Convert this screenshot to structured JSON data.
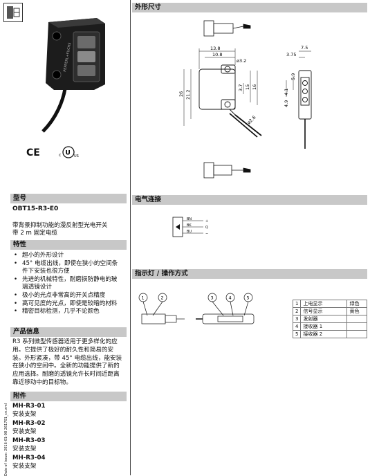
{
  "sections": {
    "dimensions": "外形尺寸",
    "model": "型号",
    "electrical": "电气连接",
    "indicators": "指示灯 / 操作方式",
    "features": "特性",
    "product_info": "产品信息",
    "accessories": "附件"
  },
  "model": {
    "code": "OBT15-R3-E0",
    "desc_line1": "带背景抑制功能的漫反射型光电开关",
    "desc_line2": "带 2 m 固定电缆"
  },
  "features": [
    "超小的外形设计",
    "45° 电缆出线，即使在狭小的空间条",
    "件下安装也很方便",
    "先进的机械特性，耐磨损防静电的玻",
    "璃透镜设计",
    "极小的光点非常高的开关点精度",
    "高可见度的光点，即使是较暗的材料",
    "精密目标检测，几乎不论颜色"
  ],
  "feature_bullets": [
    true,
    true,
    false,
    true,
    false,
    true,
    true,
    true
  ],
  "product_info": [
    "R3 系列微型传感器适用于更多样化的应",
    "用。它提供了极好的耐久性和简易的安",
    "装。外形紧凑，带 45° 电缆出线，能安装",
    "在狭小的空间中。全新的功能提供了新的",
    "应用选择。耐磨的透镜允许长时间近距离",
    "靠近移动中的目标物。"
  ],
  "accessories": [
    {
      "code": "MH-R3-01",
      "desc": "安装支架"
    },
    {
      "code": "MH-R3-02",
      "desc": "安装支架"
    },
    {
      "code": "MH-R3-03",
      "desc": "安装支架"
    },
    {
      "code": "MH-R3-04",
      "desc": "安装支架"
    }
  ],
  "side_text": "Date of issue: 2016-01-08  261701_cn.xml",
  "certs": {
    "ce": "CE",
    "ul": "c UL US"
  },
  "dims": {
    "d13_8": "13.8",
    "d10_8": "10.8",
    "d3_2": "ø3.2",
    "d26": "26",
    "d21_2": "21.2",
    "d3_7": "3.7",
    "d15": "15",
    "d16": "16",
    "d2_6": "ø2.6",
    "d7_5": "7.5",
    "d3_75": "3.75",
    "d5_9": "5.9",
    "d4_1": "4.1",
    "d4_9": "4.9"
  },
  "wiring": {
    "bn": "BN",
    "bk": "BK",
    "bu": "BU",
    "plus": "+",
    "out": "Q",
    "minus": "−"
  },
  "indicator_callouts": [
    "1",
    "2",
    "3",
    "4",
    "5"
  ],
  "legend": [
    {
      "n": "1",
      "name": "上电显示",
      "color": "绿色"
    },
    {
      "n": "2",
      "name": "信号显示",
      "color": "黄色"
    },
    {
      "n": "3",
      "name": "发射器",
      "color": ""
    },
    {
      "n": "4",
      "name": "接收器 1",
      "color": ""
    },
    {
      "n": "5",
      "name": "接收器 2",
      "color": ""
    }
  ]
}
